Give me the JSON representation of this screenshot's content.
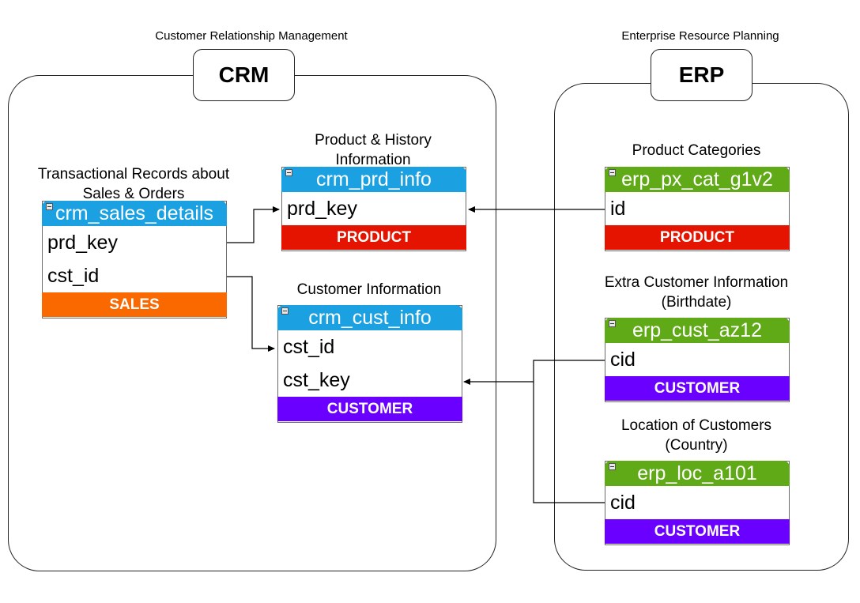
{
  "crm": {
    "caption": "Customer Relationship Management",
    "label": "CRM",
    "tables": {
      "sales": {
        "description": [
          "Transactional Records about",
          "Sales & Orders"
        ],
        "name": "crm_sales_details",
        "fields": [
          "prd_key",
          "cst_id"
        ],
        "tag": "SALES",
        "header_color": "#1ba1e2",
        "tag_color": "#fa6800"
      },
      "prd": {
        "description": [
          "Product & History",
          "Information"
        ],
        "name": "crm_prd_info",
        "fields": [
          "prd_key"
        ],
        "tag": "PRODUCT",
        "header_color": "#1ba1e2",
        "tag_color": "#e51400"
      },
      "cust": {
        "description": [
          "Customer Information"
        ],
        "name": "crm_cust_info",
        "fields": [
          "cst_id",
          "cst_key"
        ],
        "tag": "CUSTOMER",
        "header_color": "#1ba1e2",
        "tag_color": "#6a00ff"
      }
    }
  },
  "erp": {
    "caption": "Enterprise Resource Planning",
    "label": "ERP",
    "tables": {
      "pxcat": {
        "description": [
          "Product Categories"
        ],
        "name": "erp_px_cat_g1v2",
        "fields": [
          "id"
        ],
        "tag": "PRODUCT",
        "header_color": "#60a917",
        "tag_color": "#e51400"
      },
      "custaz": {
        "description": [
          "Extra Customer Information",
          "(Birthdate)"
        ],
        "name": "erp_cust_az12",
        "fields": [
          "cid"
        ],
        "tag": "CUSTOMER",
        "header_color": "#60a917",
        "tag_color": "#6a00ff"
      },
      "loc": {
        "description": [
          "Location of Customers",
          "(Country)"
        ],
        "name": "erp_loc_a101",
        "fields": [
          "cid"
        ],
        "tag": "CUSTOMER",
        "header_color": "#60a917",
        "tag_color": "#6a00ff"
      }
    }
  },
  "connectors": [
    {
      "from": "crm_sales_details.prd_key",
      "to": "crm_prd_info.prd_key"
    },
    {
      "from": "crm_sales_details.cst_id",
      "to": "crm_cust_info.cst_id"
    },
    {
      "from": "erp_px_cat_g1v2.id",
      "to": "crm_prd_info.prd_key"
    },
    {
      "from": "erp_cust_az12.cid",
      "to": "crm_cust_info.cst_key"
    },
    {
      "from": "erp_loc_a101.cid",
      "to": "crm_cust_info.cst_key"
    }
  ],
  "icons": {
    "collapse": "collapse-minus-icon"
  }
}
